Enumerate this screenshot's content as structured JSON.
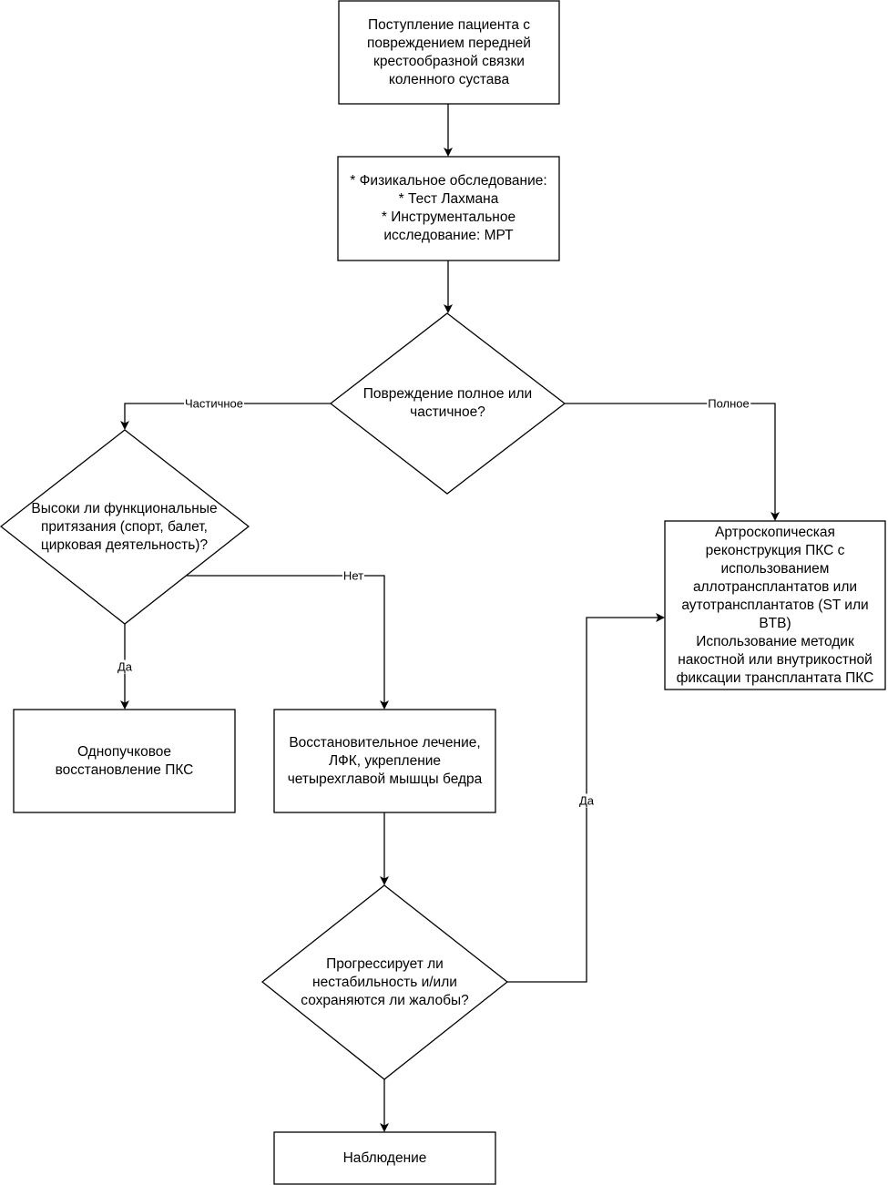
{
  "nodes": {
    "admission": {
      "lines": [
        "Поступление пациента с",
        "повреждением передней",
        "крестообразной связки",
        "коленного сустава"
      ]
    },
    "exam": {
      "lines": [
        "* Физикальное обследование:",
        "* Тест Лахмана",
        "* Инструментальное",
        "исследование: МРТ"
      ]
    },
    "damage_decision": {
      "lines": [
        "Повреждение полное или",
        "частичное?"
      ]
    },
    "demands_decision": {
      "lines": [
        "Высоки ли функциональные",
        "притязания (спорт, балет,",
        "цирковая деятельность)?"
      ]
    },
    "arthroscopic": {
      "lines": [
        "Артроскопическая",
        "реконструкция ПКС с",
        "использованием",
        "аллотрансплантатов или",
        "аутотрансплантатов (ST или",
        "BTB)",
        "Использование методик",
        "накостной или внутрикостной",
        "фиксации трансплантата ПКС"
      ]
    },
    "single_bundle": {
      "lines": [
        "Однопучковое",
        "восстановление ПКС"
      ]
    },
    "rehab": {
      "lines": [
        "Восстановительное лечение,",
        "ЛФК, укрепление",
        "четырехглавой мышцы бедра"
      ]
    },
    "instability_decision": {
      "lines": [
        "Прогрессирует ли",
        "нестабильность и/или",
        "сохраняются ли жалобы?"
      ]
    },
    "observation": {
      "lines": [
        "Наблюдение"
      ]
    }
  },
  "edge_labels": {
    "partial": "Частичное",
    "full": "Полное",
    "yes_single": "Да",
    "no_rehab": "Нет",
    "yes_recon": "Да"
  }
}
